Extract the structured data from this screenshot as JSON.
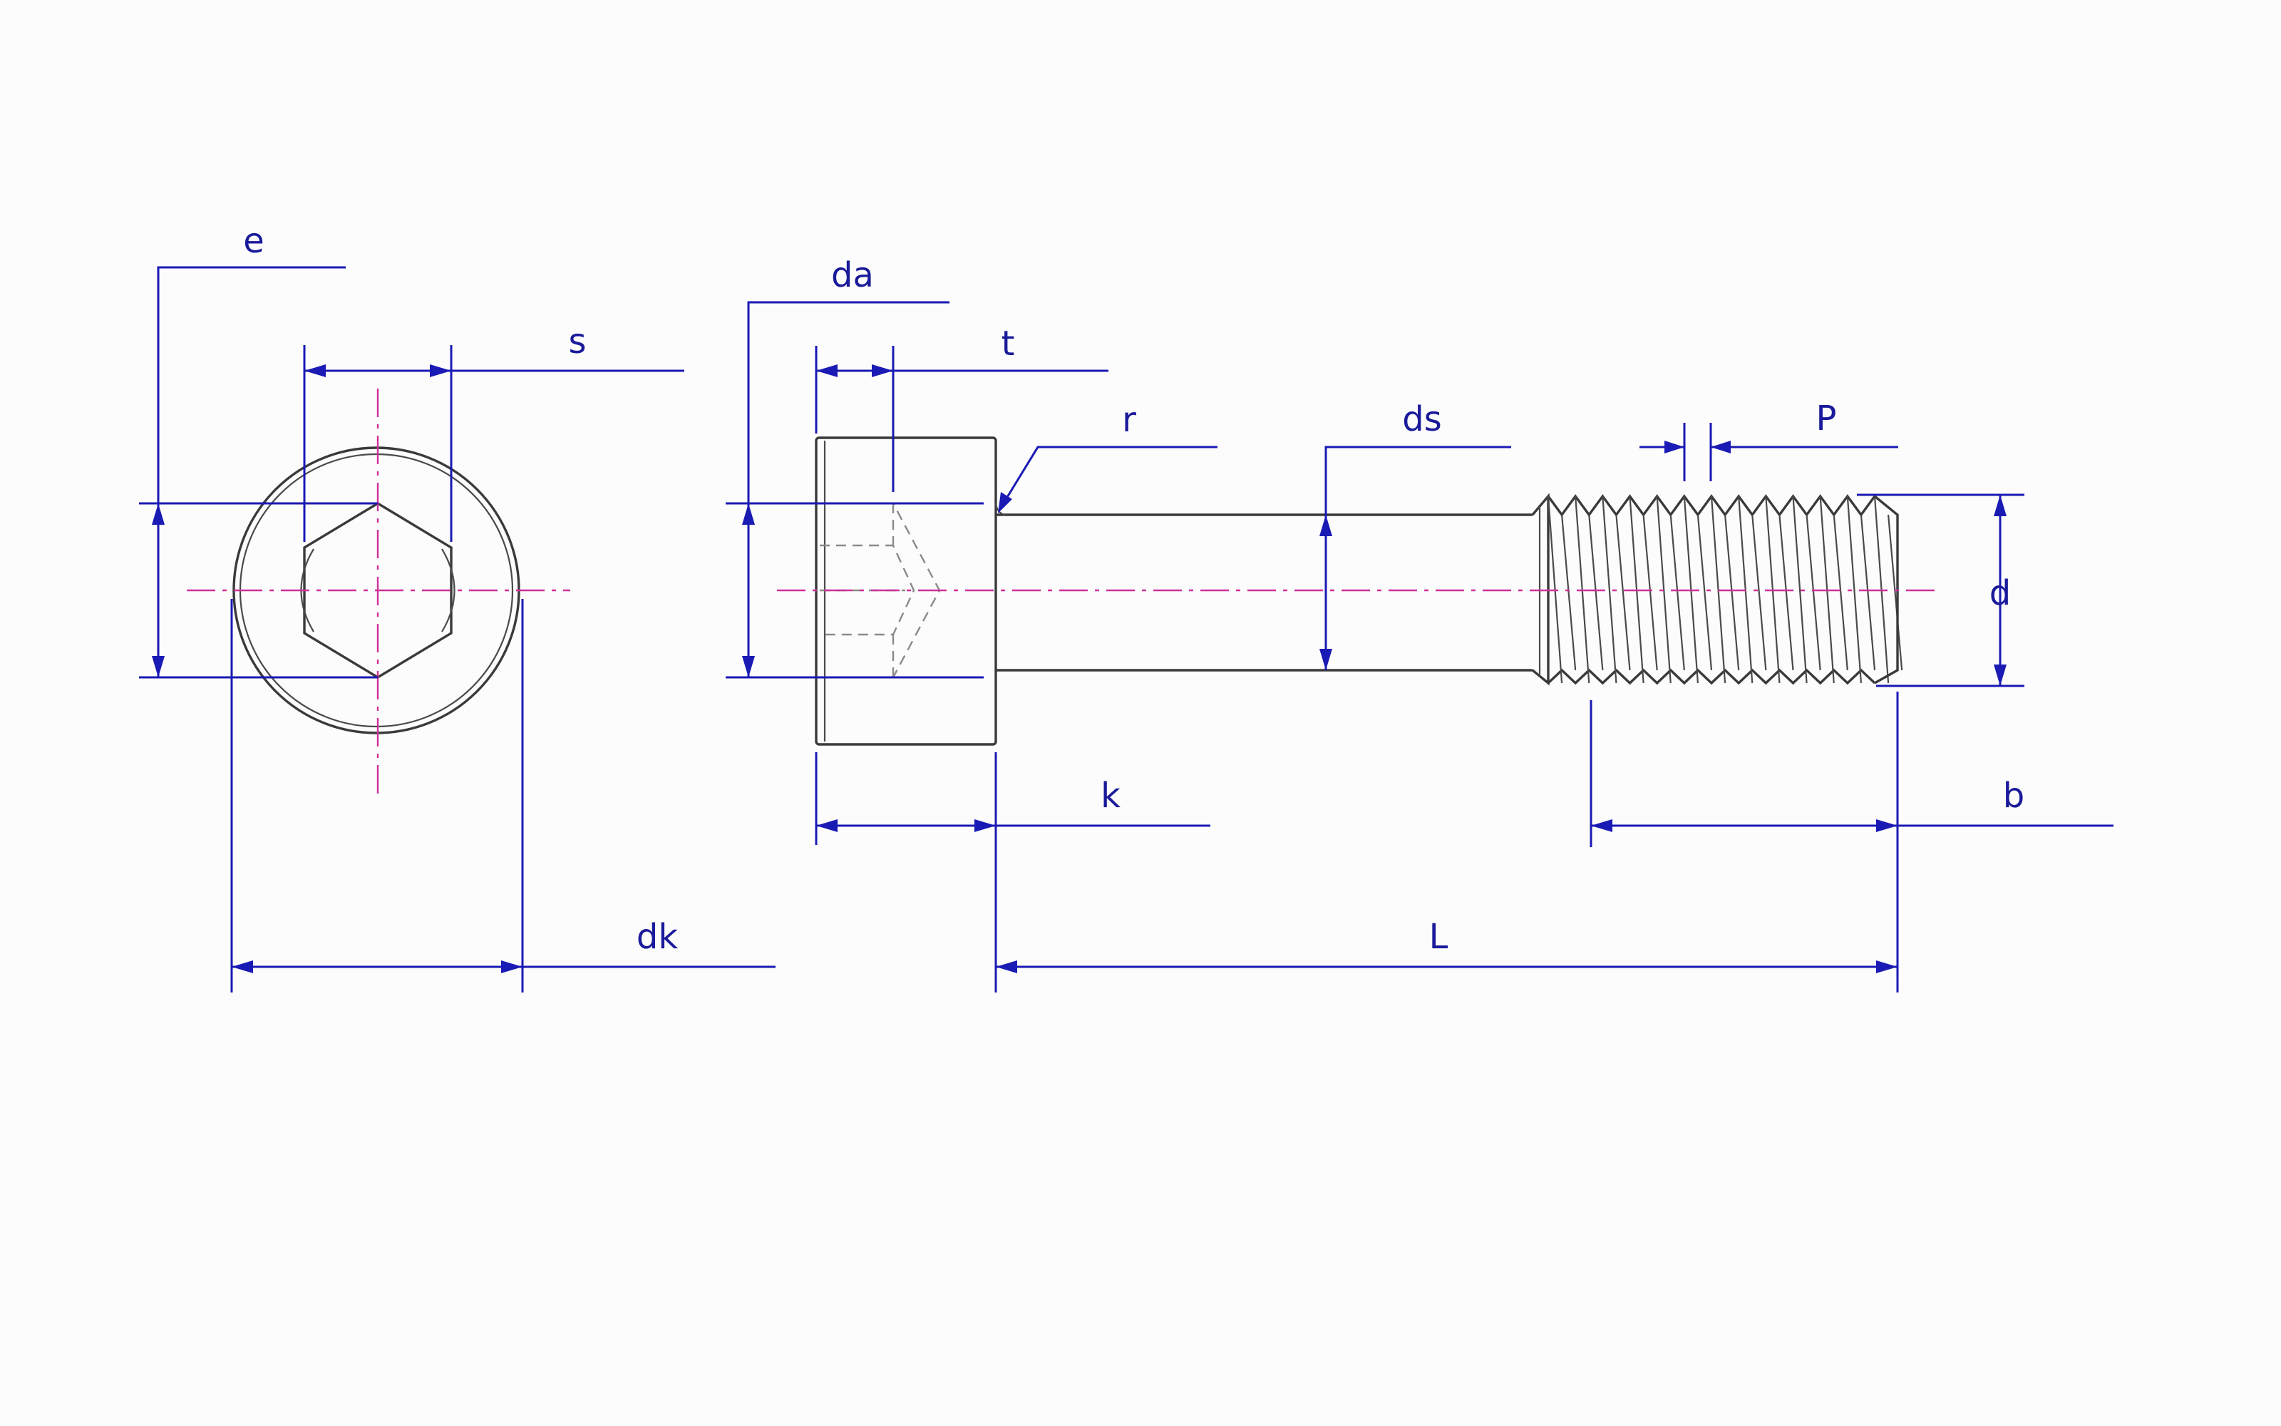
{
  "labels": {
    "e": "e",
    "s": "s",
    "dk": "dk",
    "da": "da",
    "t": "t",
    "r": "r",
    "ds": "ds",
    "p": "P",
    "d": "d",
    "k": "k",
    "b": "b",
    "L": "L"
  },
  "colors": {
    "dimension": "#1a1ab4",
    "label": "#1a1a9a",
    "part_outline": "#3a3a3a",
    "hidden_line": "#8a8a8a",
    "centerline": "#d0309a",
    "background": "#fcfcfd"
  }
}
